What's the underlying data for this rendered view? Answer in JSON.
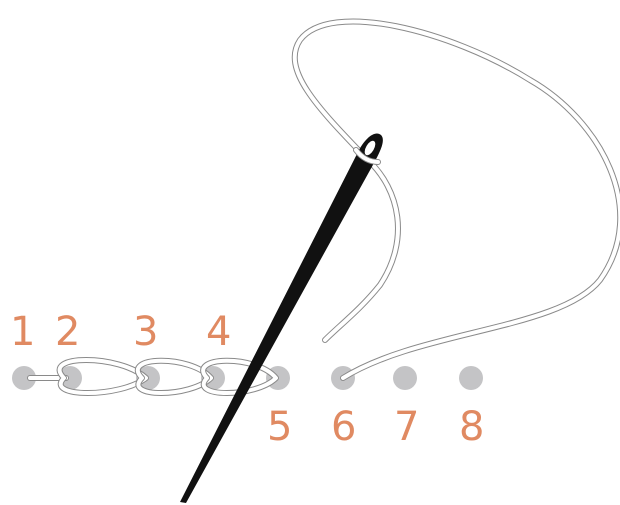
{
  "colors": {
    "label": "#e08a62",
    "hole": "#c4c4c6",
    "thread_outline": "#8a8a8a",
    "thread_fill": "#ffffff",
    "needle": "#111111"
  },
  "icons": {
    "needle": "sewing-needle",
    "thread": "embroidery-thread"
  },
  "holes": [
    {
      "label": "1"
    },
    {
      "label": "2"
    },
    {
      "label": "3"
    },
    {
      "label": "4"
    },
    {
      "label": "5"
    },
    {
      "label": "6"
    },
    {
      "label": "7"
    },
    {
      "label": "8"
    }
  ]
}
